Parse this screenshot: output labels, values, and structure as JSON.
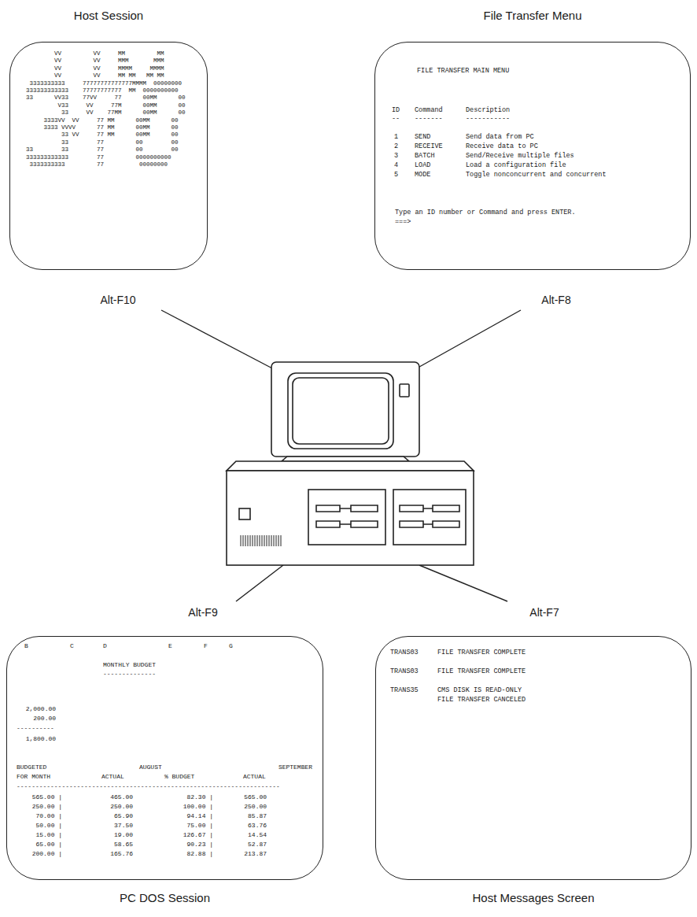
{
  "diagram": {
    "nodes": [
      {
        "text": [
          "Host Session",
          "        VV         VV     MM         MM",
          "        VV         VV     MMM       MMM",
          "        VV         VV     MMMM     MMMM",
          "        VV         VV     MM MM   MM MM",
          " 3333333333     77777777777777MMMM  00000000",
          "333333333333    77777777777  MM  0000000000",
          "33      VV33    77VV     77      00MM      00",
          "         V33     VV     77M      00MM      00",
          "          33     VV    77MM      00MM      00",
          "     3333VV  VV     77 MM      00MM      00",
          "     3333 VVVV      77 MM      00MM      00",
          "          33 VV     77 MM      00MM      00",
          "          33        77         00        00",
          "33        33        77         00        00",
          "333333333333        77         0000000000",
          " 3333333333         77          00000000"
        ]
      },
      {
        "text": [
          "File Transfer Menu",
          "FILE TRANSFER MAIN MENU",
          "ID",
          "Command",
          "Description",
          "--",
          "-------",
          "-----------",
          "1",
          "SEND",
          "Send data from PC",
          "2",
          "RECEIVE",
          "Receive data to PC",
          "3",
          "BATCH",
          "Send/Receive multiple files",
          "4",
          "LOAD",
          "Load a configuration file",
          "5",
          "MODE",
          "Toggle nonconcurrent and concurrent",
          "Type an ID number or Command and press ENTER.",
          "===>"
        ]
      },
      {
        "text": [
          "PC DOS Session",
          "B",
          "C",
          "D",
          "E",
          "F",
          "G",
          "MONTHLY BUDGET",
          "--------------",
          "2,000.00",
          "200.00",
          "----------",
          "1,800.00",
          "BUDGETED",
          "AUGUST",
          "SEPTEMBER",
          "FOR MONTH",
          "ACTUAL",
          "% BUDGET",
          "ACTUAL",
          "----------------------------------------------------------------------",
          "565.00 |",
          "465.00",
          "82.30 |",
          "565.00",
          "250.00 |",
          "250.00",
          "100.00 |",
          "250.00",
          "70.00 |",
          "65.90",
          "94.14 |",
          "85.87",
          "50.00 |",
          "37.50",
          "75.00 |",
          "63.76",
          "15.00 |",
          "19.00",
          "126.67 |",
          "14.54",
          "65.00 |",
          "58.65",
          "90.23 |",
          "52.87",
          "200.00 |",
          "165.76",
          "82.88 |",
          "213.87"
        ]
      },
      {
        "text": [
          "Host Messages Screen",
          "TRANS03",
          "FILE TRANSFER COMPLETE",
          "TRANS03",
          "FILE TRANSFER COMPLETE",
          "TRANS35",
          "CMS DISK IS READ-ONLY",
          "FILE TRANSFER CANCELED"
        ]
      }
    ],
    "labels": [
      "Alt-F10",
      "Alt-F8",
      "Alt-F9",
      "Alt-F7"
    ]
  }
}
